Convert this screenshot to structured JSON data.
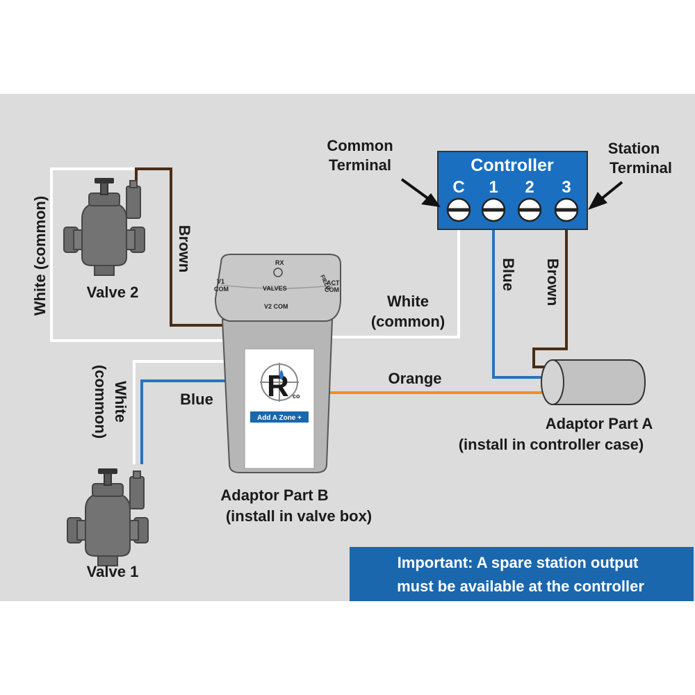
{
  "colors": {
    "panel_bg": "#dcdcdc",
    "controller_blue": "#1a6fc1",
    "wire_white": "#ffffff",
    "wire_brown": "#4a2d16",
    "wire_blue": "#2a72bf",
    "wire_orange": "#f0901e",
    "note_bg": "#1b67ad"
  },
  "controller": {
    "title": "Controller",
    "terminals": [
      "C",
      "1",
      "2",
      "3"
    ]
  },
  "callouts": {
    "common_line1": "Common",
    "common_line2": "Terminal",
    "station_line1": "Station",
    "station_line2": "Terminal"
  },
  "valves": {
    "valve2": "Valve 2",
    "valve1": "Valve 1"
  },
  "wires": {
    "white_common_left": "White (common)",
    "brown_valve2": "Brown",
    "white_common_mid_line1": "White",
    "white_common_mid_line2": "(common)",
    "white_valve1_line1": "White",
    "white_valve1_line2": "(common)",
    "blue_valve1": "Blue",
    "orange": "Orange",
    "blue_controller": "Blue",
    "brown_controller": "Brown"
  },
  "adaptor_b": {
    "lid_v1": "V1",
    "lid_com1": "COM",
    "lid_valves": "VALVES",
    "lid_v2com": "V2 COM",
    "lid_field": "FIELD",
    "lid_act": "ACT",
    "lid_com2": "COM",
    "lid_rx": "RX",
    "logo_letter": "R",
    "logo_sub": "co",
    "badge": "Add A Zone +",
    "caption_line1": "Adaptor Part B",
    "caption_line2": "(install in valve box)"
  },
  "adaptor_a": {
    "caption_line1": "Adaptor Part A",
    "caption_line2": "(install in controller case)"
  },
  "note": {
    "line1": "Important: A spare station output",
    "line2": "must be available at the controller"
  }
}
